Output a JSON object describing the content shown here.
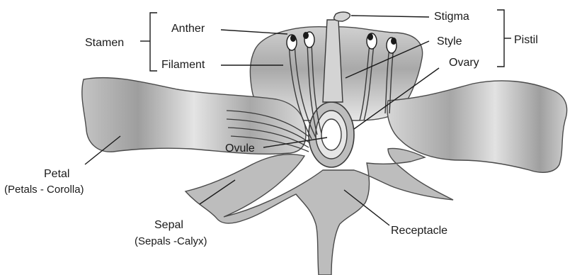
{
  "labels": {
    "stamen": "Stamen",
    "anther": "Anther",
    "filament": "Filament",
    "stigma": "Stigma",
    "style": "Style",
    "ovary": "Ovary",
    "pistil": "Pistil",
    "ovule": "Ovule",
    "petal": "Petal",
    "petal_sub": "(Petals - Corolla)",
    "sepal": "Sepal",
    "sepal_sub": "(Sepals -Calyx)",
    "receptacle": "Receptacle"
  },
  "colors": {
    "tissue_light": "#dcdcdc",
    "tissue_mid": "#b9b9b9",
    "tissue_dark": "#9a9a9a",
    "outline": "#4a4a4a"
  }
}
